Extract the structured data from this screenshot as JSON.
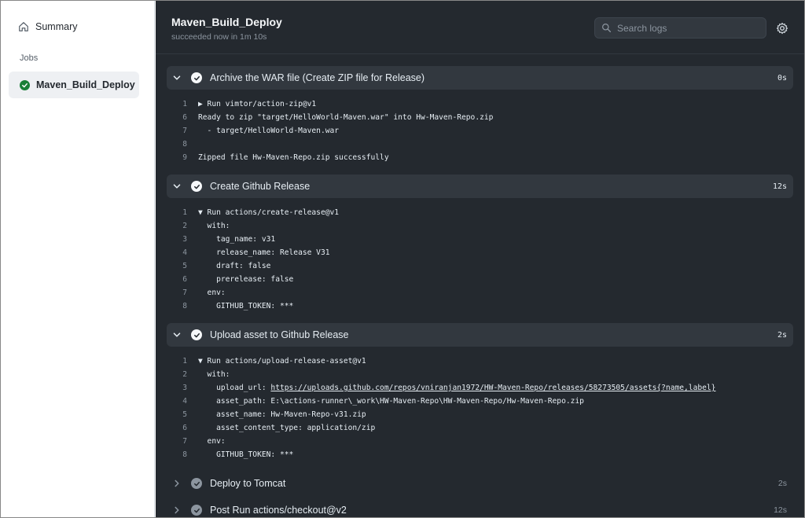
{
  "sidebar": {
    "summary_label": "Summary",
    "jobs_label": "Jobs",
    "job_name": "Maven_Build_Deploy"
  },
  "header": {
    "title": "Maven_Build_Deploy",
    "status": "succeeded now in 1m 10s",
    "search_placeholder": "Search logs"
  },
  "steps": [
    {
      "name": "Archive the WAR file (Create ZIP file for Release)",
      "duration": "0s",
      "lines": [
        {
          "n": "1",
          "t": "▶ Run vimtor/action-zip@v1"
        },
        {
          "n": "6",
          "t": "Ready to zip \"target/HelloWorld-Maven.war\" into Hw-Maven-Repo.zip"
        },
        {
          "n": "7",
          "t": "  - target/HelloWorld-Maven.war"
        },
        {
          "n": "8",
          "t": ""
        },
        {
          "n": "9",
          "t": "Zipped file Hw-Maven-Repo.zip successfully"
        }
      ]
    },
    {
      "name": "Create Github Release",
      "duration": "12s",
      "lines": [
        {
          "n": "1",
          "t": "▼ Run actions/create-release@v1"
        },
        {
          "n": "2",
          "t": "  with:"
        },
        {
          "n": "3",
          "t": "    tag_name: v31"
        },
        {
          "n": "4",
          "t": "    release_name: Release V31"
        },
        {
          "n": "5",
          "t": "    draft: false"
        },
        {
          "n": "6",
          "t": "    prerelease: false"
        },
        {
          "n": "7",
          "t": "  env:"
        },
        {
          "n": "8",
          "t": "    GITHUB_TOKEN: ***"
        }
      ]
    },
    {
      "name": "Upload asset to Github Release",
      "duration": "2s",
      "lines": [
        {
          "n": "1",
          "t": "▼ Run actions/upload-release-asset@v1"
        },
        {
          "n": "2",
          "t": "  with:"
        },
        {
          "n": "3",
          "t": "    upload_url: ",
          "link": "https://uploads.github.com/repos/vniranjan1972/HW-Maven-Repo/releases/58273505/assets{?name,label}"
        },
        {
          "n": "4",
          "t": "    asset_path: E:\\actions-runner\\_work\\HW-Maven-Repo\\HW-Maven-Repo/Hw-Maven-Repo.zip"
        },
        {
          "n": "5",
          "t": "    asset_name: Hw-Maven-Repo-v31.zip"
        },
        {
          "n": "6",
          "t": "    asset_content_type: application/zip"
        },
        {
          "n": "7",
          "t": "  env:"
        },
        {
          "n": "8",
          "t": "    GITHUB_TOKEN: ***"
        }
      ]
    },
    {
      "name": "Deploy to Tomcat",
      "duration": "2s"
    },
    {
      "name": "Post Run actions/checkout@v2",
      "duration": "12s"
    }
  ],
  "icons": {
    "summary": "home-icon",
    "job_status": "check-circle-icon",
    "search": "search-icon",
    "settings": "gear-icon",
    "expand": "chevron-down-icon",
    "collapse": "chevron-right-icon"
  },
  "colors": {
    "log_background": "#24292f",
    "success_green": "#1a7f37"
  }
}
